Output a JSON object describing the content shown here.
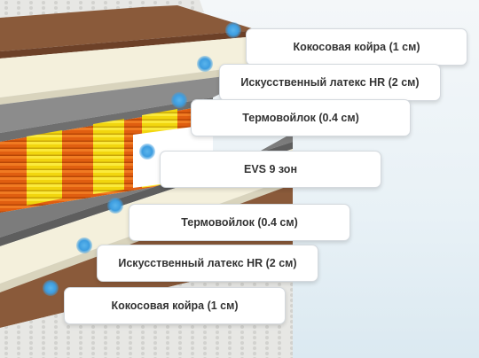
{
  "layers": [
    {
      "label": "Кокосовая койра (1 см)"
    },
    {
      "label": "Искусственный латекс HR (2 см)"
    },
    {
      "label": "Термовойлок (0.4 см)"
    },
    {
      "label": "EVS 9 зон"
    },
    {
      "label": "Термовойлок (0.4 см)"
    },
    {
      "label": "Искусственный латекс HR (2 см)"
    },
    {
      "label": "Кокосовая койра (1 см)"
    }
  ],
  "colors": {
    "coir": "#8a5a3a",
    "latex": "#f3efdc",
    "felt": "#7f7f7f",
    "spring_orange": "#ee6a12",
    "spring_yellow": "#f8e21a",
    "marker": "#3d9de0"
  }
}
